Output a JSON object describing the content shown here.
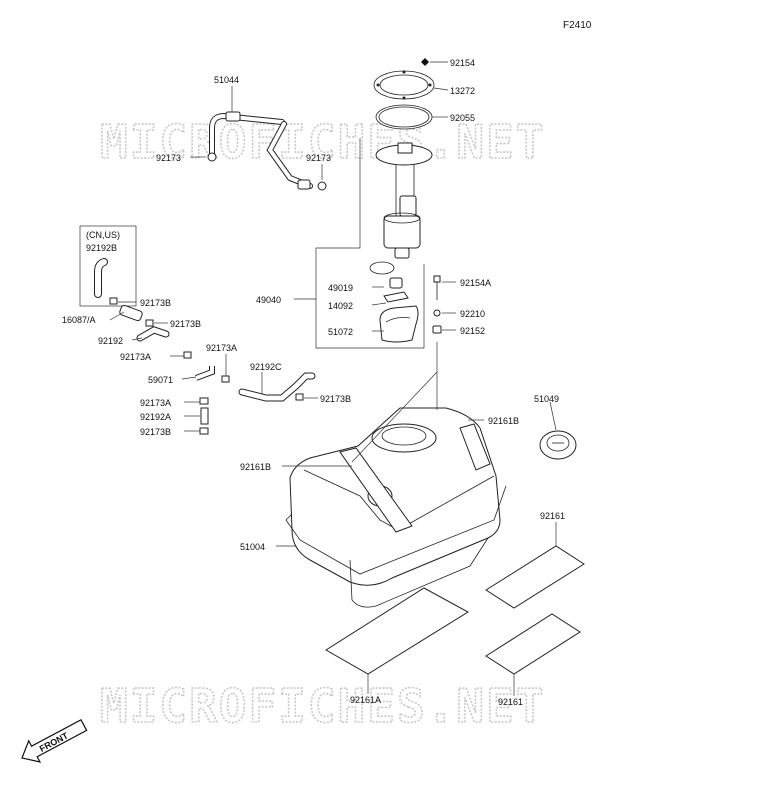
{
  "diagram_code": "F2410",
  "watermarks": [
    "MICROFICHES.NET",
    "MICROFICHES.NET"
  ],
  "region_note": "(CN,US)",
  "front_label": "FRONT",
  "callouts": {
    "p92154": "92154",
    "p13272": "13272",
    "p92055": "92055",
    "p51044": "51044",
    "p92173_l": "92173",
    "p92173_r": "92173",
    "p92192B": "92192B",
    "p92173B_1": "92173B",
    "p16087A": "16087/A",
    "p92173B_2": "92173B",
    "p92192": "92192",
    "p92173A_1": "92173A",
    "p92173A_2": "92173A",
    "p59071": "59071",
    "p92192C": "92192C",
    "p92173B_3": "92173B",
    "p92173A_3": "92173A",
    "p92192A": "92192A",
    "p92173B_4": "92173B",
    "p49040": "49040",
    "p49019": "49019",
    "p14092": "14092",
    "p51072": "51072",
    "p92154A": "92154A",
    "p92210": "92210",
    "p92152": "92152",
    "p92161B_1": "92161B",
    "p51049": "51049",
    "p92161B_2": "92161B",
    "p51004": "51004",
    "p92161_1": "92161",
    "p92161A": "92161A",
    "p92161_2": "92161"
  }
}
